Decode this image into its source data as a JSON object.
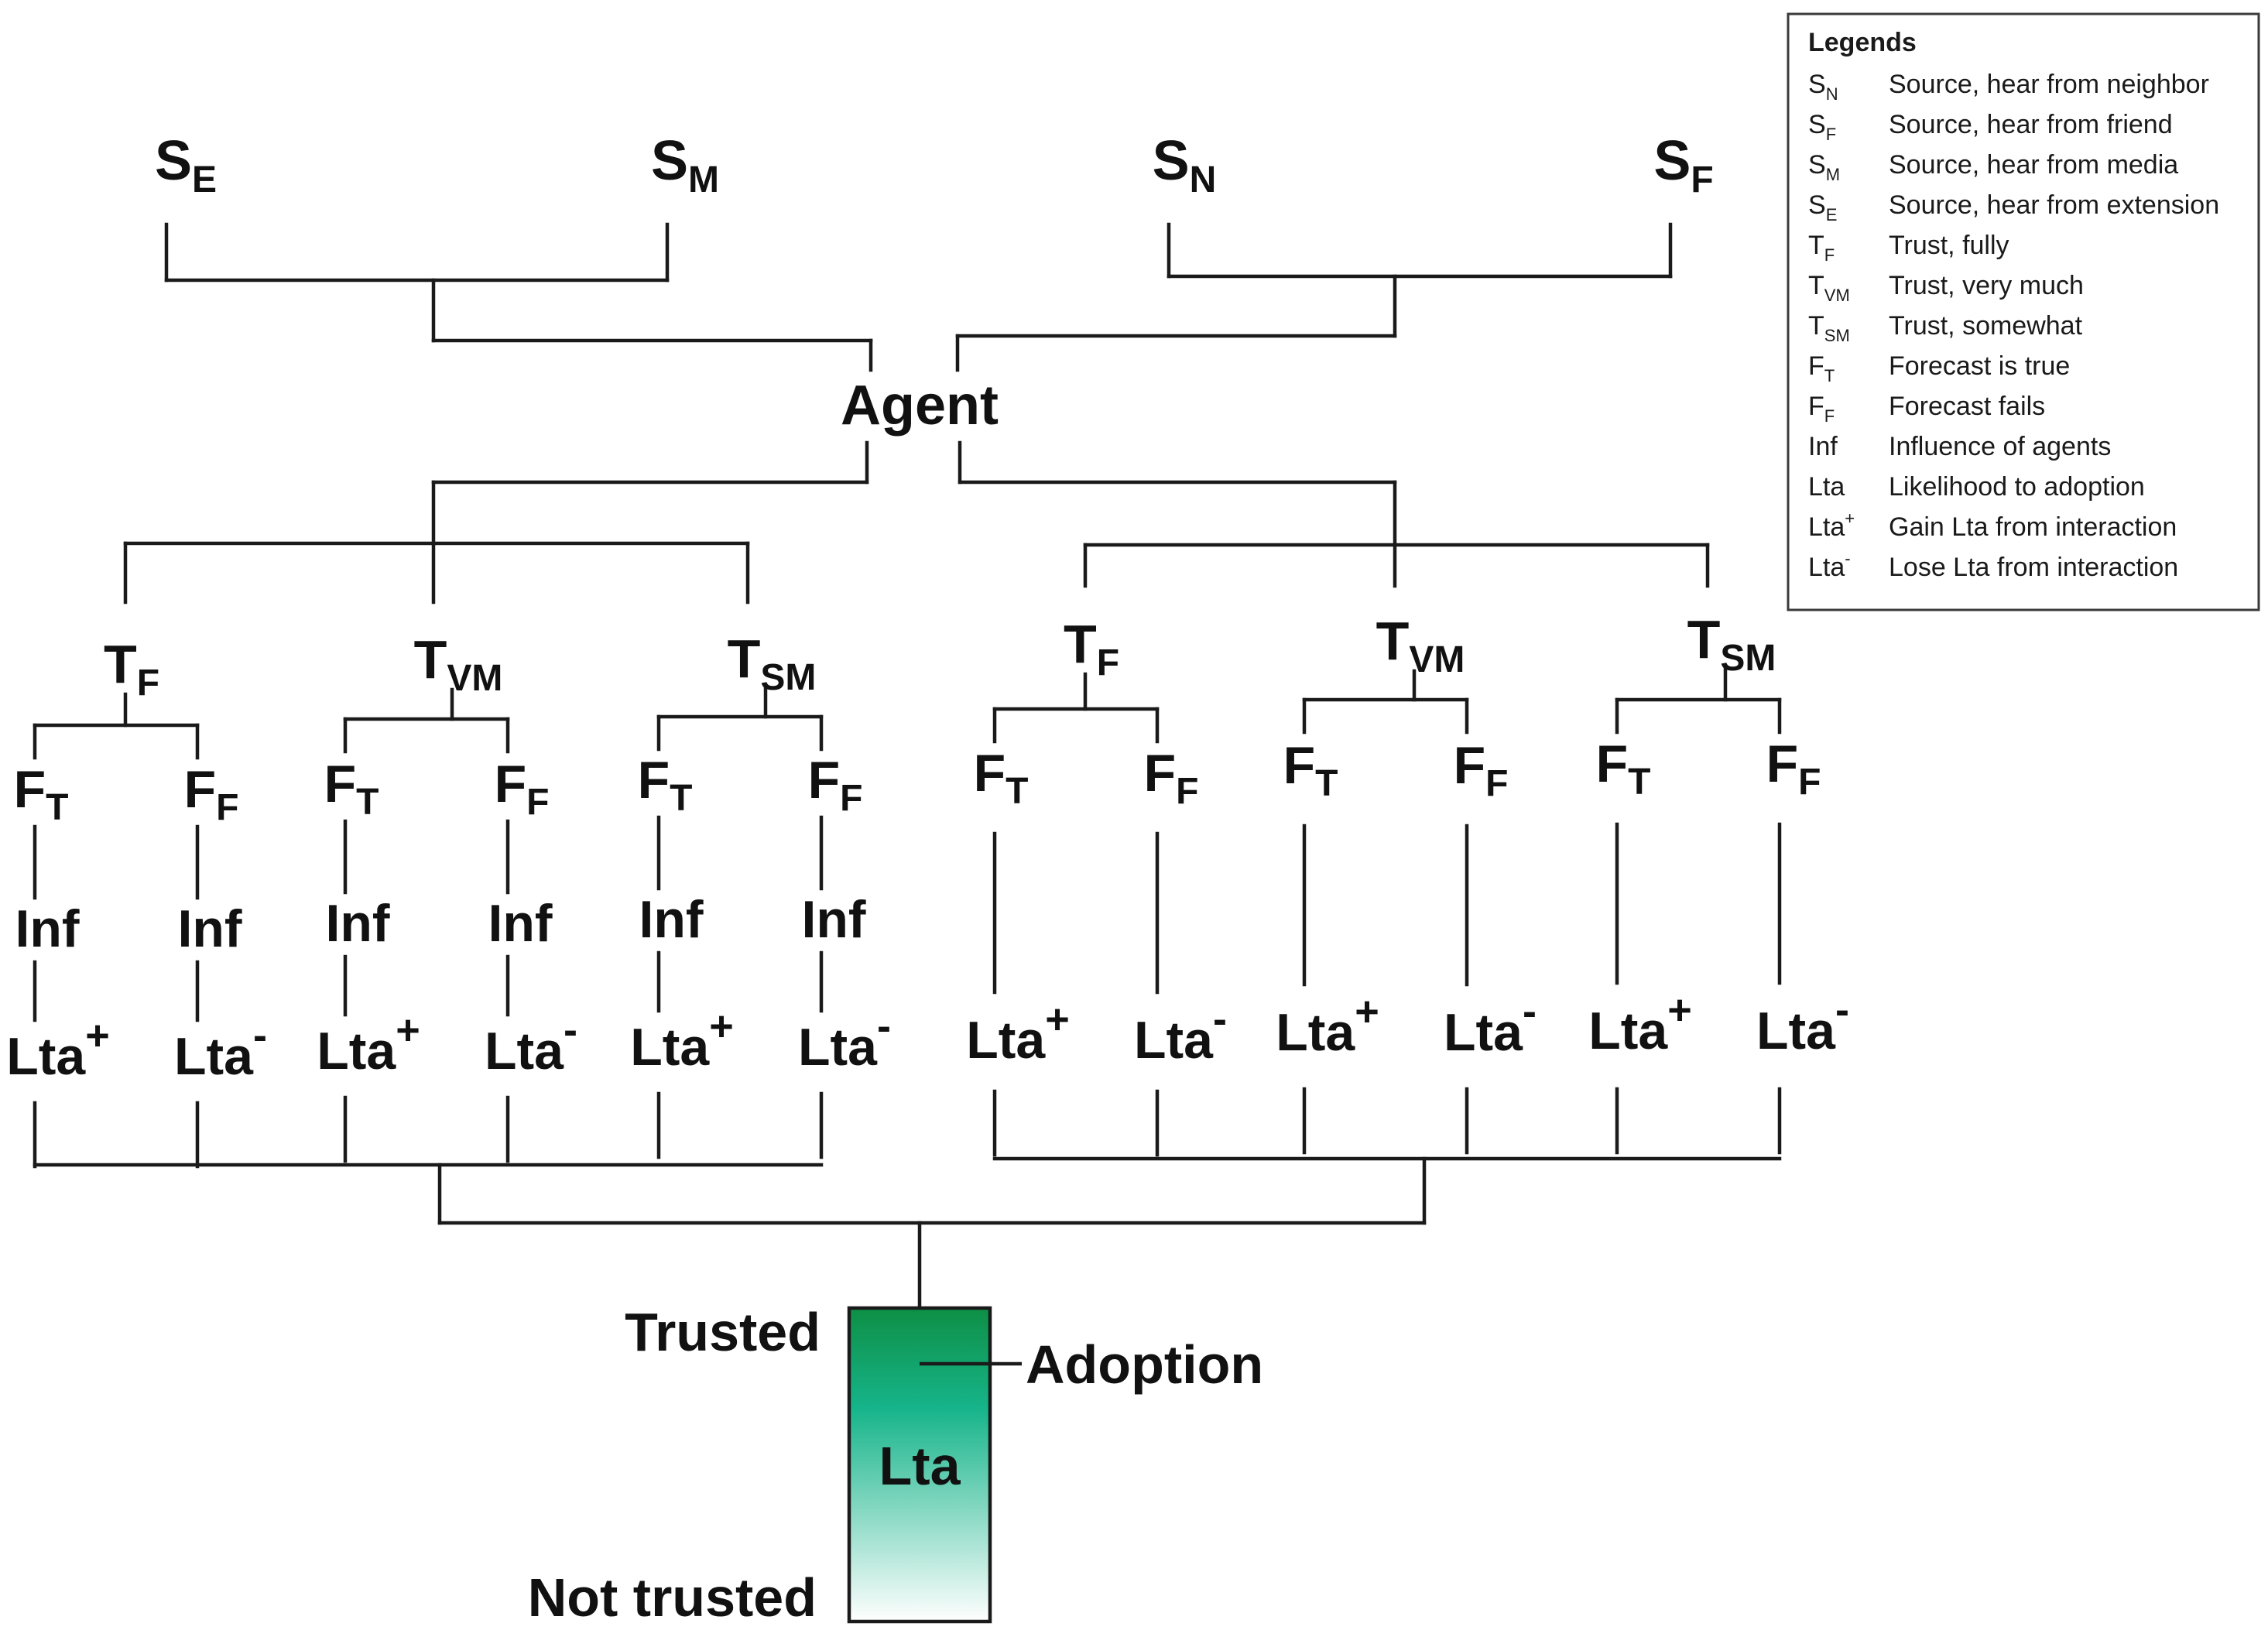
{
  "diagram": {
    "sources": {
      "se": {
        "base": "S",
        "sub": "E"
      },
      "sm": {
        "base": "S",
        "sub": "M"
      },
      "sn": {
        "base": "S",
        "sub": "N"
      },
      "sf": {
        "base": "S",
        "sub": "F"
      }
    },
    "agent": "Agent",
    "left_trust": [
      {
        "base": "T",
        "sub": "F"
      },
      {
        "base": "T",
        "sub": "VM"
      },
      {
        "base": "T",
        "sub": "SM"
      }
    ],
    "right_trust": [
      {
        "base": "T",
        "sub": "F"
      },
      {
        "base": "T",
        "sub": "VM"
      },
      {
        "base": "T",
        "sub": "SM"
      }
    ],
    "forecast": {
      "true": {
        "base": "F",
        "sub": "T"
      },
      "fails": {
        "base": "F",
        "sub": "F"
      }
    },
    "influence": "Inf",
    "lta": "Lta",
    "lta_gain_sup": "+",
    "lta_lose_sup": "-",
    "bar": {
      "top_label": "Trusted",
      "bottom_label": "Not trusted",
      "inner_label": "Lta",
      "marker_label": "Adoption",
      "color_top": "#0e8f45",
      "color_mid": "#16b48a",
      "color_bottom": "#ffffff"
    },
    "legend": {
      "title": "Legends",
      "items": [
        {
          "base": "S",
          "sub": "N",
          "sup": "",
          "desc": "Source, hear from neighbor"
        },
        {
          "base": "S",
          "sub": "F",
          "sup": "",
          "desc": "Source, hear from friend"
        },
        {
          "base": "S",
          "sub": "M",
          "sup": "",
          "desc": "Source, hear from media"
        },
        {
          "base": "S",
          "sub": "E",
          "sup": "",
          "desc": "Source, hear from extension"
        },
        {
          "base": "T",
          "sub": "F",
          "sup": "",
          "desc": "Trust, fully"
        },
        {
          "base": "T",
          "sub": "VM",
          "sup": "",
          "desc": "Trust, very much"
        },
        {
          "base": "T",
          "sub": "SM",
          "sup": "",
          "desc": "Trust, somewhat"
        },
        {
          "base": "F",
          "sub": "T",
          "sup": "",
          "desc": "Forecast is true"
        },
        {
          "base": "F",
          "sub": "F",
          "sup": "",
          "desc": "Forecast fails"
        },
        {
          "base": "Inf",
          "sub": "",
          "sup": "",
          "desc": "Influence of agents"
        },
        {
          "base": "Lta",
          "sub": "",
          "sup": "",
          "desc": "Likelihood to adoption"
        },
        {
          "base": "Lta",
          "sub": "",
          "sup": "+",
          "desc": "Gain Lta from interaction"
        },
        {
          "base": "Lta",
          "sub": "",
          "sup": "-",
          "desc": "Lose Lta from interaction"
        }
      ]
    }
  }
}
